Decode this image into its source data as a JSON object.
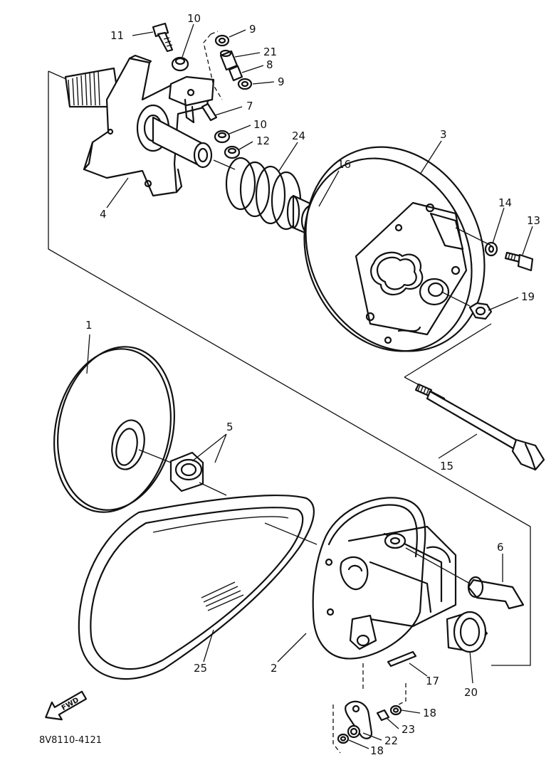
{
  "diagram": {
    "code": "8V8110-4121",
    "fwd_label": "FWD",
    "callouts": {
      "c1": "1",
      "c2": "2",
      "c3": "3",
      "c4": "4",
      "c5": "5",
      "c6": "6",
      "c7": "7",
      "c8": "8",
      "c9a": "9",
      "c9b": "9",
      "c10a": "10",
      "c10b": "10",
      "c11": "11",
      "c12": "12",
      "c13": "13",
      "c14": "14",
      "c15": "15",
      "c16": "16",
      "c17": "17",
      "c18a": "18",
      "c18b": "18",
      "c19": "19",
      "c20": "20",
      "c21": "21",
      "c22": "22",
      "c23": "23",
      "c24": "24",
      "c25": "25"
    }
  }
}
